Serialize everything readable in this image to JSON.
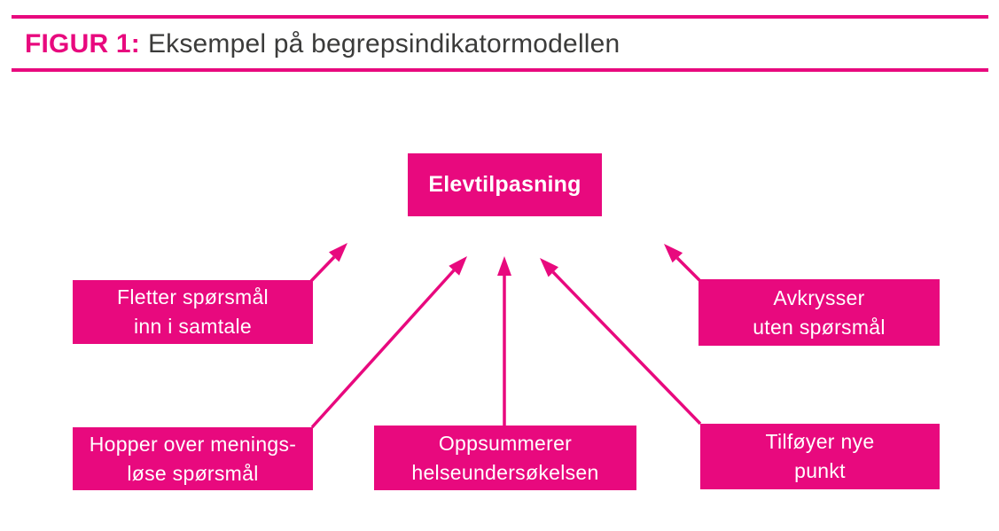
{
  "colors": {
    "accent": "#e8097e",
    "title_text": "#3b3b3a",
    "box_text": "#ffffff",
    "background": "#ffffff"
  },
  "figure_header": {
    "label": "FIGUR 1:",
    "title": "Eksempel på begrepsindikatormodellen"
  },
  "diagram": {
    "concept": {
      "label": "Elevtilpasning"
    },
    "indicators": [
      {
        "id": "fletter",
        "label": "Fletter spørsmål\ninn i samtale"
      },
      {
        "id": "avkrysser",
        "label": "Avkrysser\nuten spørsmål"
      },
      {
        "id": "hopper",
        "label": "Hopper over menings-\nløse spørsmål"
      },
      {
        "id": "oppsummerer",
        "label": "Oppsummerer\nhelseundersøkelsen"
      },
      {
        "id": "tilfoyer",
        "label": "Tilføyer nye\npunkt"
      }
    ]
  }
}
